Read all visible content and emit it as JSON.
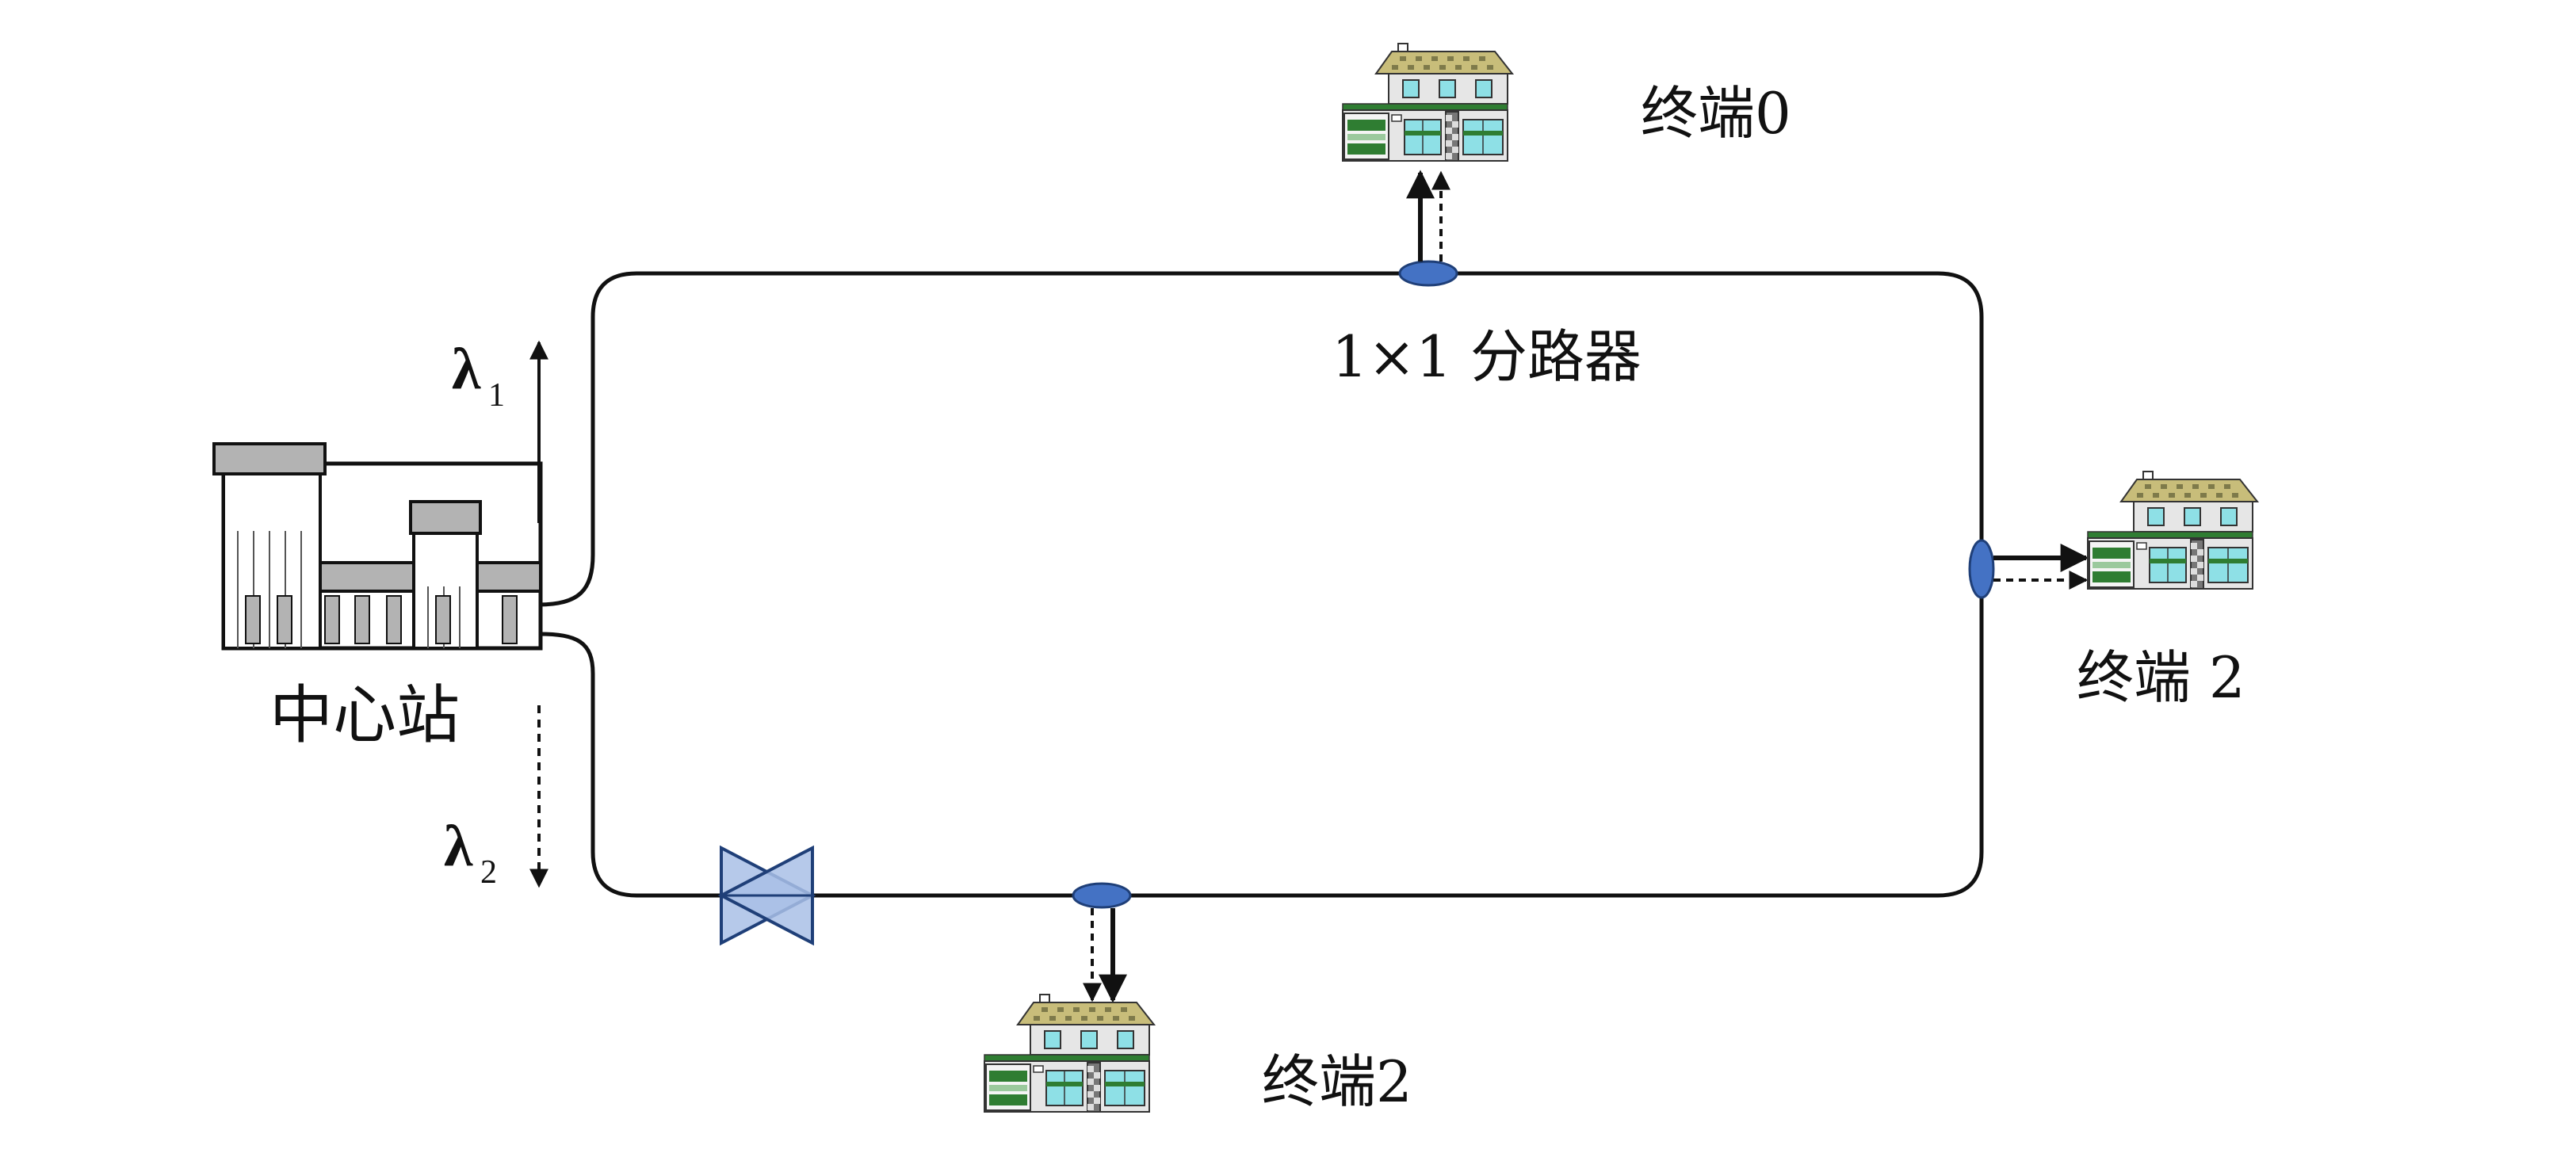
{
  "labels": {
    "central_station": "中心站",
    "terminal_top": "终端0",
    "terminal_right": "终端 2",
    "terminal_bottom": "终端2",
    "splitter": "1×1 分路器",
    "lambda1_symbol": "λ",
    "lambda1_sub": "1",
    "lambda2_symbol": "λ",
    "lambda2_sub": "2"
  },
  "colors": {
    "line": "#111111",
    "coupler": "#4472c4",
    "isolator": "#a9bfe6",
    "roof": "#c8bd7a",
    "window": "#8ee0e6",
    "shutter": "#2f7d32"
  }
}
